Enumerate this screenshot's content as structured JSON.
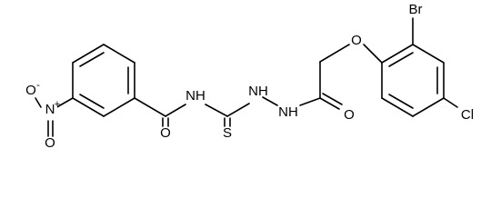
{
  "molecule": {
    "atoms": {
      "n_nitro": "N",
      "n_nitro_plus": "+",
      "o_nitro_minus": "O",
      "o_nitro_minus_charge": "-",
      "o_nitro_double": "O",
      "o_carbonyl_1": "O",
      "nh_1": "NH",
      "s_thio": "S",
      "nh_2": "NH",
      "nh_3": "NH",
      "o_carbonyl_2": "O",
      "o_ether": "O",
      "br": "Br",
      "cl": "Cl"
    }
  }
}
